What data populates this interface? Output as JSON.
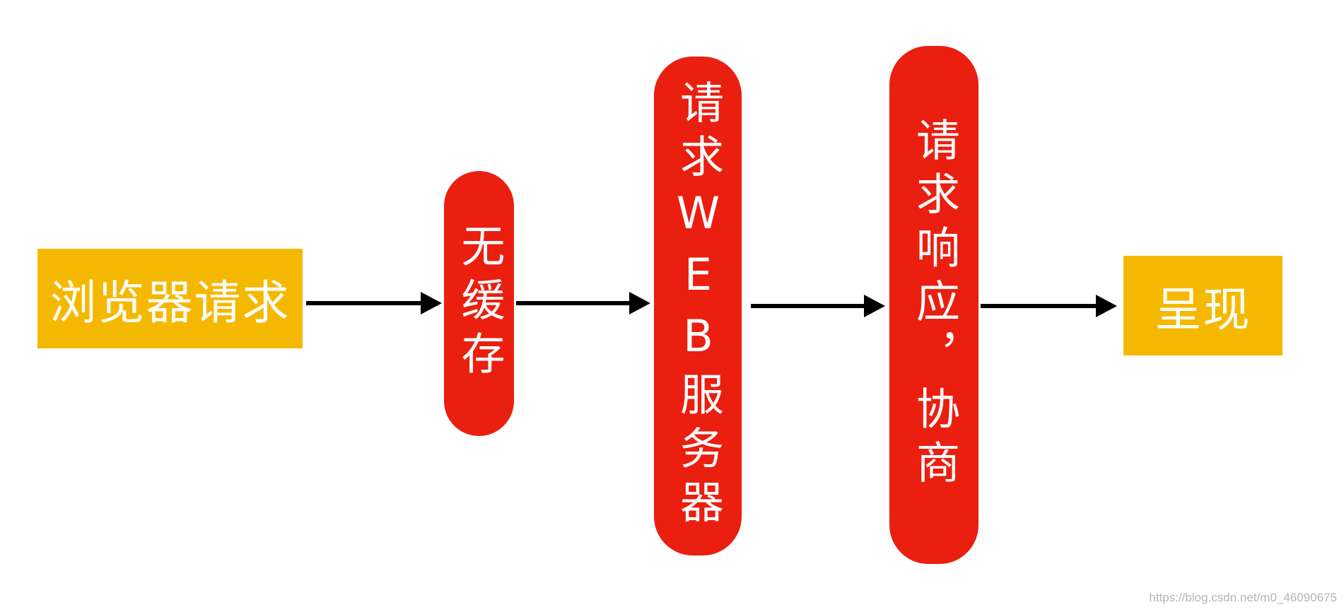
{
  "colors": {
    "start_end_fill": "#f5b800",
    "step_fill": "#ea1f10",
    "arrow": "#000000",
    "text": "#ffffff"
  },
  "nodes": {
    "browser_request": "浏览器请求",
    "no_cache": "无缓存",
    "request_web_server": "请求WEB服务器",
    "request_response": "请求响应，协商",
    "render": "呈现"
  },
  "watermark": "https://blog.csdn.net/m0_46090675"
}
